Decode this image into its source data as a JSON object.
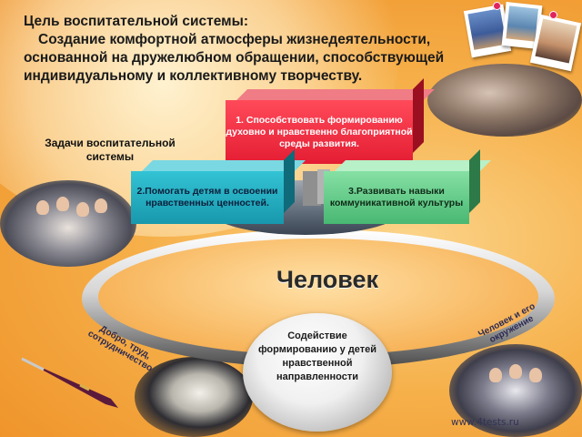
{
  "heading": {
    "goal_title": "Цель воспитательной системы:",
    "goal_text": "Создание комфортной  атмосферы жизнедеятельности, основанной на дружелюбном обращении, способствующей индивидуальному и коллективному творчеству."
  },
  "tasks_label": "Задачи воспитательной системы",
  "tasks": {
    "task1": "1.    Способствовать формированию духовно и нравственно благоприятной среды развития.",
    "task2": "2.Помогать  детям в освоении нравственных ценностей.",
    "task3": "3.Развивать навыки коммуникативной культуры"
  },
  "ring": {
    "center_label": "Человек",
    "left_arc": "Добро, труд, сотрудничество",
    "right_arc": "Человек и его окружение"
  },
  "center_circle_text": "Содействие формированию у детей нравственной направленности",
  "footer": "www.4tests.ru"
}
